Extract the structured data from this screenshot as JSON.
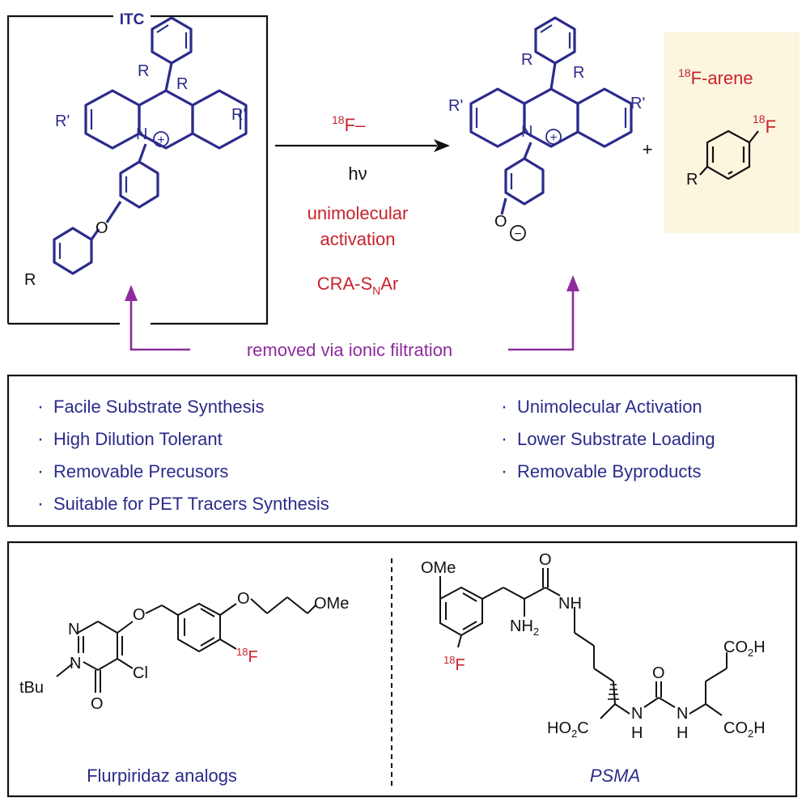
{
  "colors": {
    "navy": "#2b2b8c",
    "red": "#c8232c",
    "purple": "#8e2c9e",
    "highlight": "#fcf6df",
    "ink": "#111111"
  },
  "reaction": {
    "box_title": "ITC",
    "r_label": "R",
    "r_prime_label": "R'",
    "n_label": "N",
    "o_label": "O",
    "plus_charge": "+",
    "minus_charge": "−",
    "reagent_sup": "18",
    "reagent_main": "F–",
    "light": "hν",
    "condition_line1": "unimolecular",
    "condition_line2": "activation",
    "mechanism_main": "CRA-S",
    "mechanism_sub": "N",
    "mechanism_tail": "Ar",
    "plus_sign": "+",
    "product_sup": "18",
    "product_title": "F-arene",
    "fluorine_sup": "18",
    "fluorine": "F",
    "filtration": "removed via ionic filtration"
  },
  "features": {
    "bullet": "·",
    "left": [
      "Facile Substrate Synthesis",
      "High Dilution Tolerant",
      "Removable Precusors",
      "Suitable for PET Tracers Synthesis"
    ],
    "right": [
      "Unimolecular Activation",
      "Lower Substrate Loading",
      "Removable Byproducts"
    ]
  },
  "examples": {
    "flurpiridaz": {
      "caption": "Flurpiridaz analogs",
      "n1": "N",
      "n2": "N",
      "tbu": "tBu",
      "carbonyl_o": "O",
      "cl": "Cl",
      "ether_o1": "O",
      "ether_o2": "O",
      "ome": "OMe",
      "f_sup": "18",
      "f": "F"
    },
    "psma": {
      "caption": "PSMA",
      "ome": "OMe",
      "o_amide": "O",
      "nh_amide": "NH",
      "nh2_main": "NH",
      "nh2_sub": "2",
      "f_sup": "18",
      "f": "F",
      "o_urea": "O",
      "co2h_top": "CO",
      "co2h_top_sub": "2",
      "co2h_top_tail": "H",
      "ho2c": "HO",
      "ho2c_sub": "2",
      "ho2c_tail": "C",
      "nh_left": "N",
      "h_left": "H",
      "nh_right": "N",
      "h_right": "H",
      "co2h_right": "CO",
      "co2h_right_sub": "2",
      "co2h_right_tail": "H"
    }
  }
}
